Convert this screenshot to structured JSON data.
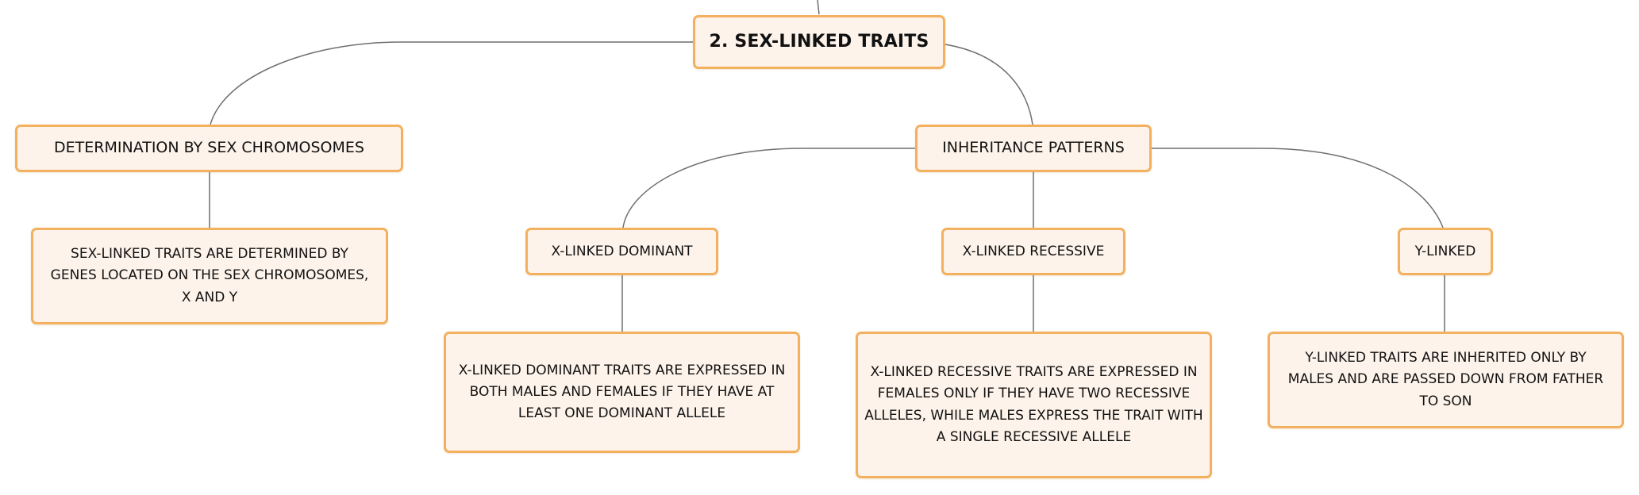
{
  "diagram": {
    "root": {
      "label": "2. SEX-LINKED TRAITS"
    },
    "determination": {
      "label": "DETERMINATION BY SEX CHROMOSOMES",
      "description": "SEX-LINKED TRAITS ARE DETERMINED BY GENES LOCATED ON THE SEX CHROMOSOMES, X AND Y"
    },
    "inheritance": {
      "label": "INHERITANCE PATTERNS",
      "x_dominant": {
        "label": "X-LINKED DOMINANT",
        "description": "X-LINKED DOMINANT TRAITS ARE EXPRESSED IN BOTH MALES AND FEMALES IF THEY HAVE AT LEAST ONE DOMINANT ALLELE"
      },
      "x_recessive": {
        "label": "X-LINKED RECESSIVE",
        "description": "X-LINKED RECESSIVE TRAITS ARE EXPRESSED IN FEMALES ONLY IF THEY HAVE TWO RECESSIVE ALLELES, WHILE MALES EXPRESS THE TRAIT WITH A SINGLE RECESSIVE ALLELE"
      },
      "y_linked": {
        "label": "Y-LINKED",
        "description": "Y-LINKED TRAITS ARE INHERITED ONLY BY MALES AND ARE PASSED DOWN FROM FATHER TO SON"
      }
    },
    "colors": {
      "node_fill": "#fdf3ea",
      "node_border": "#f3b15f",
      "connector": "#6f6f6f",
      "text": "#111111"
    }
  }
}
